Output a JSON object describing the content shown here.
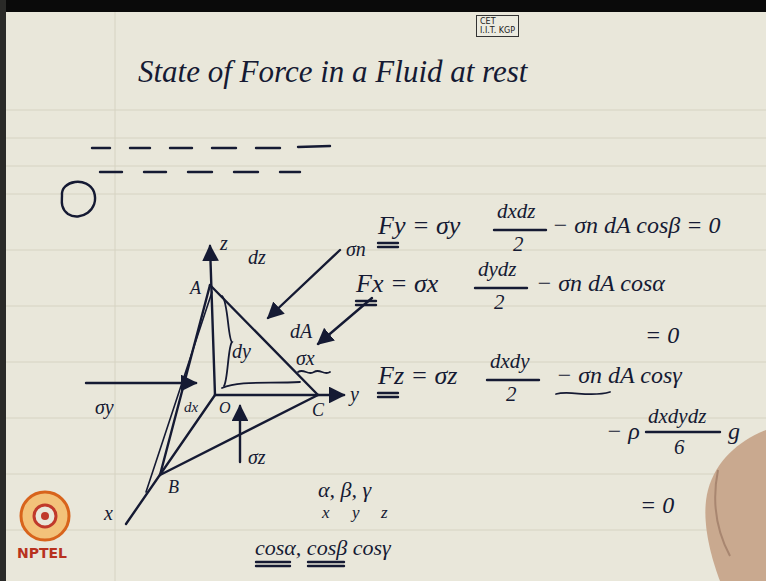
{
  "diagram": {
    "title": "State of Force in a Fluid at rest",
    "nodes": [
      {
        "text": [
          "CET",
          "I.I.T. KGP"
        ]
      }
    ],
    "labels": [
      "Fy = σy",
      "dxdz",
      "2",
      "− σn dA cosβ = 0",
      "Fx = σx",
      "dydz",
      "2",
      "− σn dA cosα",
      "= 0",
      "Fz = σz",
      "dxdy",
      "2",
      "− σn dA cosγ",
      "− ρ",
      "dxdydz",
      "6",
      "g",
      "= 0",
      "α, β, γ",
      "x",
      "y",
      "z",
      "cosα, cosβ cosγ",
      "z",
      "A",
      "dz",
      "σn",
      "dy",
      "dA",
      "σx",
      "σy",
      "dx",
      "O",
      "C",
      "y",
      "σz",
      "B",
      "x",
      "NPTEL"
    ]
  }
}
